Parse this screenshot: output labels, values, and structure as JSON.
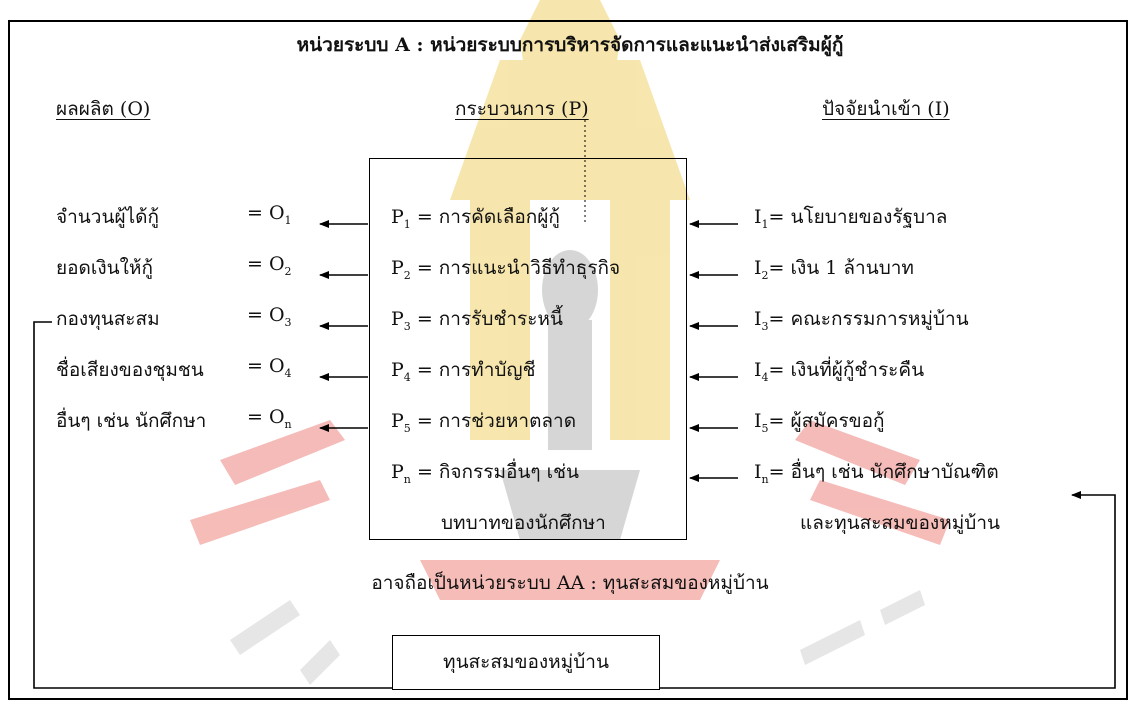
{
  "title": "หน่วยระบบ A : หน่วยระบบการบริหารจัดการและแนะนำส่งเสริมผู้กู้",
  "headers": {
    "outputs": "ผลผลิต (O)",
    "process": "กระบวนการ (P)",
    "inputs": "ปัจจัยนำเข้า (I)"
  },
  "outputs": [
    {
      "label": "จำนวนผู้ได้กู้",
      "symbol": "= O",
      "sub": "1"
    },
    {
      "label": "ยอดเงินให้กู้",
      "symbol": "= O",
      "sub": "2"
    },
    {
      "label": "กองทุนสะสม",
      "symbol": "= O",
      "sub": "3"
    },
    {
      "label": "ชื่อเสียงของชุมชน",
      "symbol": "= O",
      "sub": "4"
    },
    {
      "label": "อื่นๆ เช่น นักศึกษา",
      "symbol": "= O",
      "sub": "n"
    }
  ],
  "processes": [
    {
      "symbol": "P",
      "sub": "1",
      "text": "= การคัดเลือกผู้กู้"
    },
    {
      "symbol": "P",
      "sub": "2",
      "text": "= การแนะนำวิธีทำธุรกิจ"
    },
    {
      "symbol": "P",
      "sub": "3",
      "text": "= การรับชำระหนี้"
    },
    {
      "symbol": "P",
      "sub": "4",
      "text": "= การทำบัญชี"
    },
    {
      "symbol": "P",
      "sub": "5",
      "text": "= การช่วยหาตลาด"
    },
    {
      "symbol": "P",
      "sub": "n",
      "text": "= กิจกรรมอื่นๆ เช่น"
    }
  ],
  "process_continuation": "บทบาทของนักศึกษา",
  "inputs": [
    {
      "symbol": "I",
      "sub": "1",
      "text": "= นโยบายของรัฐบาล"
    },
    {
      "symbol": "I",
      "sub": "2",
      "text": "= เงิน 1 ล้านบาท"
    },
    {
      "symbol": "I",
      "sub": "3",
      "text": "= คณะกรรมการหมู่บ้าน"
    },
    {
      "symbol": "I",
      "sub": "4",
      "text": "= เงินที่ผู้กู้ชำระคืน"
    },
    {
      "symbol": "I",
      "sub": "5",
      "text": "= ผู้สมัครขอกู้"
    },
    {
      "symbol": "I",
      "sub": "n",
      "text": "= อื่นๆ เช่น นักศึกษาบัณฑิต"
    }
  ],
  "input_continuation": "และทุนสะสมของหมู่บ้าน",
  "subsystem_note": "อาจถือเป็นหน่วยระบบ AA : ทุนสะสมของหมู่บ้าน",
  "feedback_box": "ทุนสะสมของหมู่บ้าน",
  "colors": {
    "line": "#000000",
    "watermark_gold": "#f6e3a4",
    "watermark_gray": "#d2d2d2",
    "watermark_red": "#f3b0ac"
  }
}
